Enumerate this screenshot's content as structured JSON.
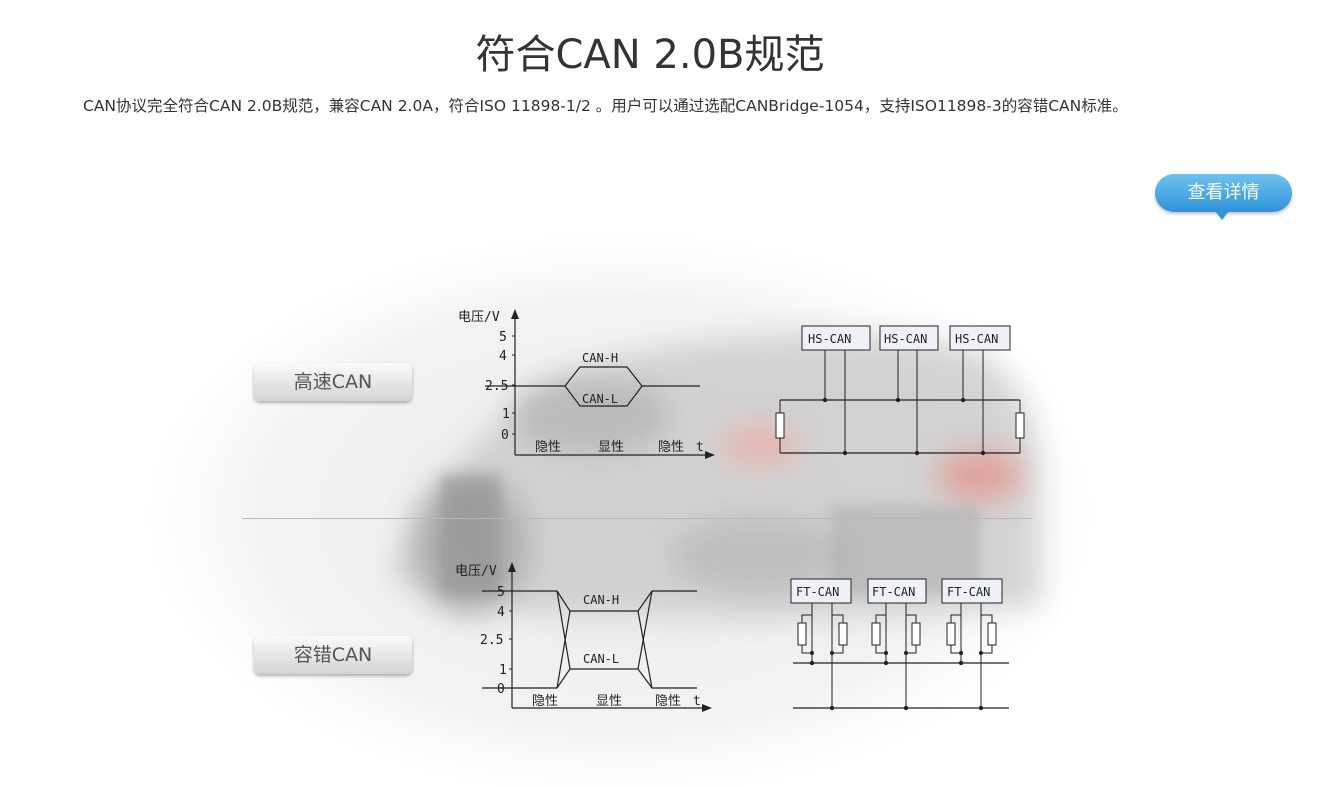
{
  "header": {
    "title": "符合CAN 2.0B规范",
    "description": "CAN协议完全符合CAN 2.0B规范，兼容CAN 2.0A，符合ISO 11898-1/2 。用户可以通过选配CANBridge-1054，支持ISO11898-3的容错CAN标准。"
  },
  "detail_button": {
    "label": "查看详情"
  },
  "high_speed": {
    "label": "高速CAN",
    "y_axis_label": "电压/V",
    "y_ticks": [
      "5",
      "4",
      "2.5",
      "1",
      "0"
    ],
    "signal_high": "CAN-H",
    "signal_low": "CAN-L",
    "x_states": [
      "隐性",
      "显性",
      "隐性"
    ],
    "x_axis_label": "t",
    "nodes": [
      "HS-CAN",
      "HS-CAN",
      "HS-CAN"
    ]
  },
  "fault_tolerant": {
    "label": "容错CAN",
    "y_axis_label": "电压/V",
    "y_ticks": [
      "5",
      "4",
      "2.5",
      "1",
      "0"
    ],
    "signal_high": "CAN-H",
    "signal_low": "CAN-L",
    "x_states": [
      "隐性",
      "显性",
      "隐性"
    ],
    "x_axis_label": "t",
    "nodes": [
      "FT-CAN",
      "FT-CAN",
      "FT-CAN"
    ]
  }
}
